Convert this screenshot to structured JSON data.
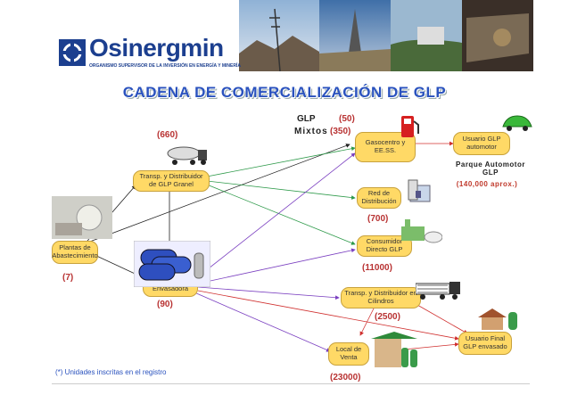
{
  "header": {
    "logo_name": "Osinergmin",
    "logo_subtitle": "ORGANISMO SUPERVISOR DE LA INVERSIÓN EN ENERGÍA Y MINERÍA",
    "icon": "osinergmin-logo-icon"
  },
  "title": "CADENA DE COMERCIALIZACIÓN DE GLP",
  "nodes": {
    "plantas": "Plantas de Abastecimiento",
    "transp_granel": "Transp. y Distribuidor de GLP Granel",
    "planta_envasadora": "Planta Envasadora",
    "gasocentro": "Gasocentro y EE.SS.",
    "red_distribucion": "Red de Distribución",
    "consumidor_directo": "Consumidor Directo GLP",
    "transp_cilindros": "Transp. y Distribuidor en Cilindros",
    "local_venta": "Local de Venta",
    "usuario_automotor": "Usuario GLP automotor",
    "usuario_final": "Usuario Final GLP envasado"
  },
  "counts": {
    "plantas": "(7)",
    "transp_granel": "(660)",
    "planta_envasadora": "(90)",
    "gasocentro_glp": "(50)",
    "gasocentro_mixtos": "(350)",
    "red_distribucion": "(700)",
    "consumidor_directo": "(11000)",
    "transp_cilindros": "(2500)",
    "local_venta": "(23000)"
  },
  "labels": {
    "glp": "GLP",
    "mixtos": "Mixtos",
    "parque_title": "Parque Automotor GLP",
    "parque_value": "(140,000 aprox.)"
  },
  "footnote": "(*) Unidades inscritas en el registro",
  "colors": {
    "node_fill": "#ffd966",
    "title": "#2a52be",
    "count": "#b83232",
    "edge_black": "#222222",
    "edge_green": "#2e9a4a",
    "edge_purple": "#7a3fc0",
    "edge_red": "#d0302f"
  },
  "icons": [
    "truck-icon",
    "storage-tank-icon",
    "gas-pump-icon",
    "house-icon",
    "factory-icon",
    "tanker-truck-icon",
    "market-stall-icon",
    "car-icon",
    "cylinder-house-icon",
    "plant-photo-icon"
  ]
}
